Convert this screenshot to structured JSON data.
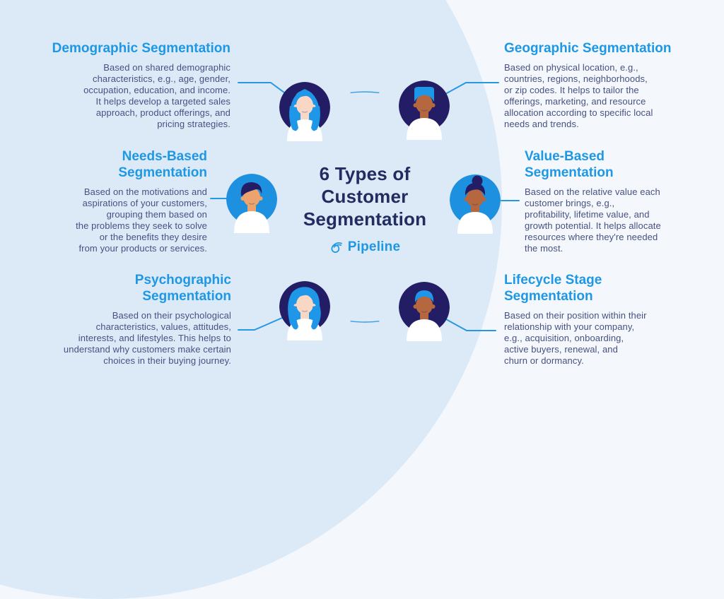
{
  "title": "6 Types of\nCustomer\nSegmentation",
  "brand": {
    "name": "Pipeline",
    "icon": "pipeline-swirl-icon"
  },
  "sections": [
    {
      "id": "demographic",
      "title": "Demographic Segmentation",
      "body": "Based on shared demographic\ncharacteristics, e.g., age, gender,\noccupation, education, and income.\nIt helps develop a targeted sales\napproach, product offerings, and\npricing strategies."
    },
    {
      "id": "needs-based",
      "title": "Needs-Based\nSegmentation",
      "body": "Based on the motivations and\naspirations of your customers,\ngrouping them based on\nthe problems they seek to solve\nor the benefits they desire\nfrom your products or services."
    },
    {
      "id": "psychographic",
      "title": "Psychographic\nSegmentation",
      "body": "Based on their psychological\ncharacteristics, values, attitudes,\ninterests, and lifestyles. This helps to\nunderstand why customers make certain\nchoices in their buying journey."
    },
    {
      "id": "geographic",
      "title": "Geographic Segmentation",
      "body": "Based on physical location, e.g.,\ncountries, regions, neighborhoods,\nor zip codes. It helps to tailor the\nofferings, marketing, and resource\nallocation according to specific local\nneeds and trends."
    },
    {
      "id": "value-based",
      "title": "Value-Based\nSegmentation",
      "body": "Based on the relative value each\ncustomer brings, e.g.,\nprofitability, lifetime value, and\ngrowth potential. It helps allocate\nresources where they're needed\nthe most."
    },
    {
      "id": "lifecycle-stage",
      "title": "Lifecycle Stage\nSegmentation",
      "body": "Based on their position within their\nrelationship with your company,\ne.g., acquisition, onboarding,\nactive buyers, renewal, and\nchurn or dormancy."
    }
  ],
  "avatars": [
    {
      "name": "avatar-demographic-person",
      "style": "long-hair",
      "bg": "#231d66",
      "hair": "#1e97e8",
      "skin": "#f9d7c5"
    },
    {
      "name": "avatar-geographic-person",
      "style": "flattop",
      "bg": "#231d66",
      "hair": "#1e97e8",
      "skin": "#b5673f"
    },
    {
      "name": "avatar-needs-person",
      "style": "side-part",
      "bg": "#1e90e0",
      "hair": "#231d66",
      "skin": "#eca36d"
    },
    {
      "name": "avatar-value-person",
      "style": "bun",
      "bg": "#1e90e0",
      "hair": "#231d66",
      "skin": "#b5673f"
    },
    {
      "name": "avatar-psychographic-person",
      "style": "wavy-hair",
      "bg": "#231d66",
      "hair": "#1e97e8",
      "skin": "#f9d7c5"
    },
    {
      "name": "avatar-lifecycle-person",
      "style": "short-crop",
      "bg": "#231d66",
      "hair": "#1e97e8",
      "skin": "#b5673f"
    }
  ],
  "colors": {
    "accent_blue": "#1e97e4",
    "title_navy": "#232c60",
    "body_text": "#475081",
    "connector_line": "#2697e3",
    "page_background": "#f4f8fc",
    "circle_background": "#dceaf7",
    "avatar_navy": "#231d66",
    "avatar_blue": "#1e90e0",
    "hair_blue": "#1e97e8",
    "skin_light": "#f9d7c5",
    "skin_tan": "#eca36d",
    "skin_brown": "#b5673f",
    "shirt_white": "#ffffff"
  }
}
